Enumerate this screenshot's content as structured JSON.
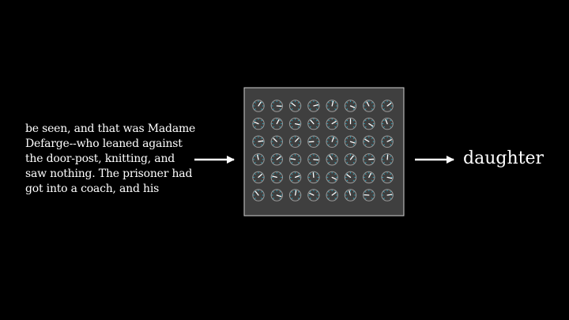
{
  "input": {
    "lines": [
      "be seen, and that was Madame",
      "Defarge--who leaned against",
      "the door-post, knitting, and",
      "saw nothing. The prisoner had",
      "got into a coach, and his"
    ]
  },
  "output": {
    "word": "daughter"
  },
  "model_box": {
    "rows": 6,
    "cols": 8,
    "dial_readings": [
      [
        0.62,
        0.85,
        0.3,
        0.78,
        0.55,
        0.92,
        0.4,
        0.7
      ],
      [
        0.25,
        0.6,
        0.88,
        0.35,
        0.72,
        0.5,
        0.95,
        0.42
      ],
      [
        0.8,
        0.33,
        0.66,
        0.15,
        0.58,
        0.9,
        0.28,
        0.74
      ],
      [
        0.45,
        0.7,
        0.2,
        0.86,
        0.38,
        0.64,
        0.82,
        0.52
      ],
      [
        0.68,
        0.22,
        0.76,
        0.48,
        0.93,
        0.3,
        0.6,
        0.88
      ],
      [
        0.36,
        0.9,
        0.54,
        0.26,
        0.7,
        0.44,
        0.18,
        0.8
      ]
    ]
  },
  "colors": {
    "background": "#000000",
    "box_fill": "#3f3f3f",
    "box_border": "#d0d0d0",
    "dial_ring": "#9a9a9a",
    "needle": "#ffffff",
    "tick": "#29abc6",
    "text": "#ffffff",
    "arrow": "#ffffff"
  }
}
